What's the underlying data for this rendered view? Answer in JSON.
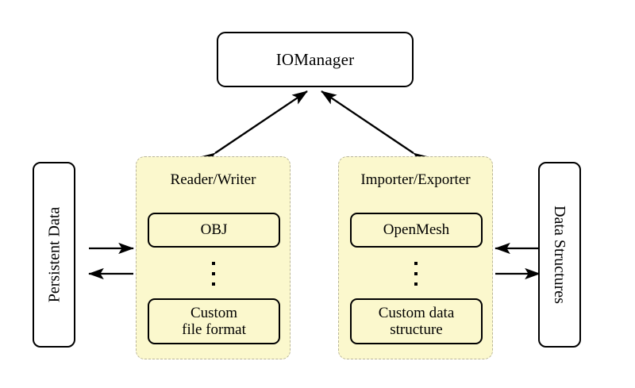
{
  "diagram": {
    "title_node": {
      "label": "IOManager"
    },
    "left_side_box": {
      "label": "Persistent Data"
    },
    "right_side_box": {
      "label": "Data Structures"
    },
    "panels": [
      {
        "title": "Reader/Writer",
        "top_item": "OBJ",
        "ellipsis": "⋮",
        "bottom_item_line1": "Custom",
        "bottom_item_line2": "file format"
      },
      {
        "title": "Importer/Exporter",
        "top_item": "OpenMesh",
        "ellipsis": "⋮",
        "bottom_item_line1": "Custom data",
        "bottom_item_line2": "structure"
      }
    ],
    "connections": [
      {
        "name": "iomanager-to-reader-writer",
        "kind": "bidirectional-diagonal"
      },
      {
        "name": "iomanager-to-importer-exporter",
        "kind": "bidirectional-diagonal"
      },
      {
        "name": "persistent-data-to-reader-writer",
        "kind": "arrow-right"
      },
      {
        "name": "reader-writer-to-persistent-data",
        "kind": "arrow-left"
      },
      {
        "name": "data-structures-to-importer-exporter",
        "kind": "arrow-left"
      },
      {
        "name": "importer-exporter-to-data-structures",
        "kind": "arrow-right"
      }
    ],
    "colors": {
      "panel_fill": "#fbf8cd",
      "panel_border": "#b9b59a",
      "stroke": "#000000",
      "background": "#ffffff"
    }
  }
}
